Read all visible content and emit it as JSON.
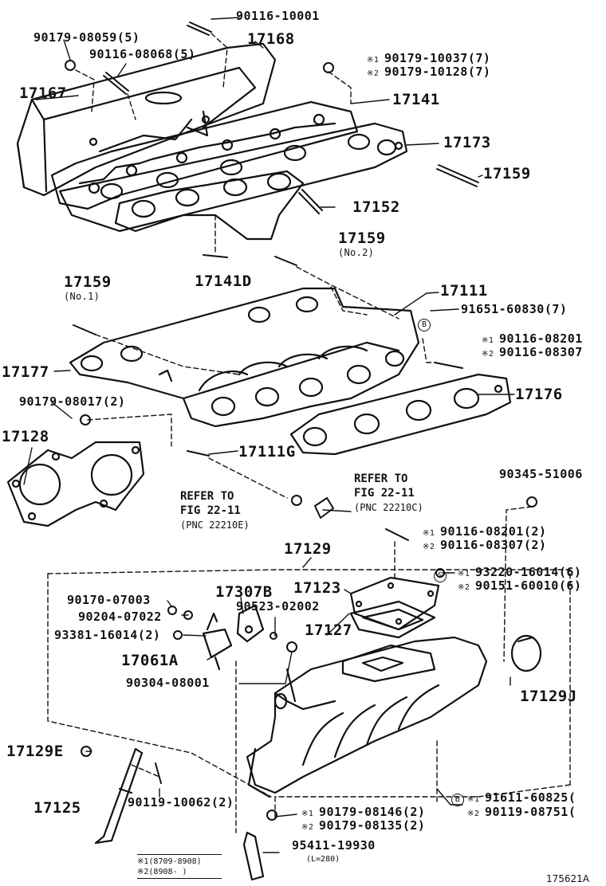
{
  "part_labels": [
    {
      "id": "p90116_10001",
      "text": "90116-10001"
    },
    {
      "id": "p90179_08059",
      "text": "90179-08059(5)"
    },
    {
      "id": "p17168",
      "text": "17168"
    },
    {
      "id": "p90116_08068",
      "text": "90116-08068(5)"
    },
    {
      "id": "p17167",
      "text": "17167"
    },
    {
      "id": "p17141",
      "text": "17141"
    },
    {
      "id": "p17173",
      "text": "17173"
    },
    {
      "id": "p17159a",
      "text": "17159"
    },
    {
      "id": "p17152",
      "text": "17152"
    },
    {
      "id": "p17159b",
      "text": "17159"
    },
    {
      "id": "p17141d",
      "text": "17141D"
    },
    {
      "id": "p17159c",
      "text": "17159"
    },
    {
      "id": "p17111",
      "text": "17111"
    },
    {
      "id": "p91651",
      "text": "91651-60830(7)"
    },
    {
      "id": "p17177",
      "text": "17177"
    },
    {
      "id": "p90179_08017",
      "text": "90179-08017(2)"
    },
    {
      "id": "p17176",
      "text": "17176"
    },
    {
      "id": "p17128",
      "text": "17128"
    },
    {
      "id": "p17111g",
      "text": "17111G"
    },
    {
      "id": "p90345",
      "text": "90345-51006"
    },
    {
      "id": "p17129",
      "text": "17129"
    },
    {
      "id": "p90170",
      "text": "90170-07003"
    },
    {
      "id": "p17307b",
      "text": "17307B"
    },
    {
      "id": "p17123",
      "text": "17123"
    },
    {
      "id": "p90204",
      "text": "90204-07022"
    },
    {
      "id": "p90523",
      "text": "90523-02002"
    },
    {
      "id": "p93381",
      "text": "93381-16014(2)"
    },
    {
      "id": "p17127",
      "text": "17127"
    },
    {
      "id": "p17061a",
      "text": "17061A"
    },
    {
      "id": "p90304",
      "text": "90304-08001"
    },
    {
      "id": "p17129j",
      "text": "17129J"
    },
    {
      "id": "p17129e",
      "text": "17129E"
    },
    {
      "id": "p17125",
      "text": "17125"
    },
    {
      "id": "p90119_10062",
      "text": "90119-10062(2)"
    },
    {
      "id": "p95411",
      "text": "95411-19930"
    }
  ],
  "sub_notes": {
    "no2": "(No.2)",
    "no1": "(No.1)",
    "l280": "(L=280)"
  },
  "paired_labels": {
    "p90179_10037": {
      "k1": "※1",
      "v1": "90179-10037(7)",
      "k2": "※2",
      "v2": "90179-10128(7)"
    },
    "p90116_08201a": {
      "k1": "※1",
      "v1": "90116-08201",
      "k2": "※2",
      "v2": "90116-08307"
    },
    "p90116_08201b": {
      "k1": "※1",
      "v1": "90116-08201(2)",
      "k2": "※2",
      "v2": "90116-08307(2)"
    },
    "p93220": {
      "k1": "※1",
      "v1": "93220-16014(6)",
      "k2": "※2",
      "v2": "90151-60010(6)"
    },
    "p90179_08146": {
      "k1": "※1",
      "v1": "90179-08146(2)",
      "k2": "※2",
      "v2": "90179-08135(2)"
    },
    "p91611": {
      "k1": "※1",
      "v1": "91611-60825(",
      "k2": "※2",
      "v2": "90119-08751("
    }
  },
  "references": {
    "left": {
      "line1": "REFER TO",
      "line2": "FIG 22-11",
      "line3": "(PNC 22210E)"
    },
    "right": {
      "line1": "REFER TO",
      "line2": "FIG 22-11",
      "line3": "(PNC 22210C)"
    }
  },
  "markers": {
    "b": "B",
    "s": "S"
  },
  "legend": {
    "row1": "※1(8709-8908)",
    "row2": "※2(8908-      )"
  },
  "figure_id": "175621A"
}
